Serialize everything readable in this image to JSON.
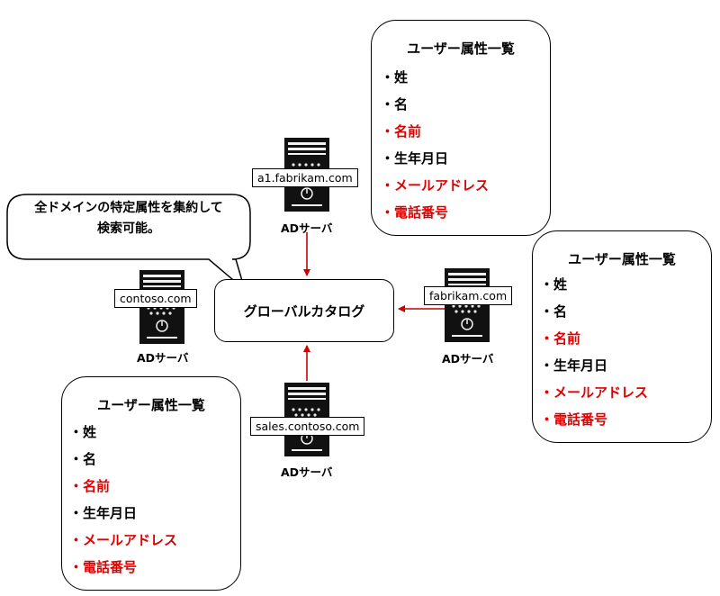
{
  "attribute_boxes": [
    {
      "title": "ユーザー属性一覧",
      "items": [
        {
          "label": "・姓",
          "highlight": false
        },
        {
          "label": "・名",
          "highlight": false
        },
        {
          "label": "・名前",
          "highlight": true
        },
        {
          "label": "・生年月日",
          "highlight": false
        },
        {
          "label": "・メールアドレス",
          "highlight": true
        },
        {
          "label": "・電話番号",
          "highlight": true
        }
      ]
    },
    {
      "title": "ユーザー属性一覧",
      "items": [
        {
          "label": "・姓",
          "highlight": false
        },
        {
          "label": "・名",
          "highlight": false
        },
        {
          "label": "・名前",
          "highlight": true
        },
        {
          "label": "・生年月日",
          "highlight": false
        },
        {
          "label": "・メールアドレス",
          "highlight": true
        },
        {
          "label": "・電話番号",
          "highlight": true
        }
      ]
    },
    {
      "title": "ユーザー属性一覧",
      "items": [
        {
          "label": "・姓",
          "highlight": false
        },
        {
          "label": "・名",
          "highlight": false
        },
        {
          "label": "・名前",
          "highlight": true
        },
        {
          "label": "・生年月日",
          "highlight": false
        },
        {
          "label": "・メールアドレス",
          "highlight": true
        },
        {
          "label": "・電話番号",
          "highlight": true
        }
      ]
    }
  ],
  "servers": [
    {
      "domain": "a1.fabrikam.com",
      "role": "ADサーバ"
    },
    {
      "domain": "contoso.com",
      "role": "ADサーバ"
    },
    {
      "domain": "fabrikam.com",
      "role": "ADサーバ"
    },
    {
      "domain": "sales.contoso.com",
      "role": "ADサーバ"
    }
  ],
  "global_catalog": "グローバルカタログ",
  "callout": {
    "line1": "全ドメインの特定属性を集約して",
    "line2": "検索可能。"
  },
  "colors": {
    "highlight": "#e00000",
    "arrow": "#cc0000",
    "server": "#111111"
  }
}
